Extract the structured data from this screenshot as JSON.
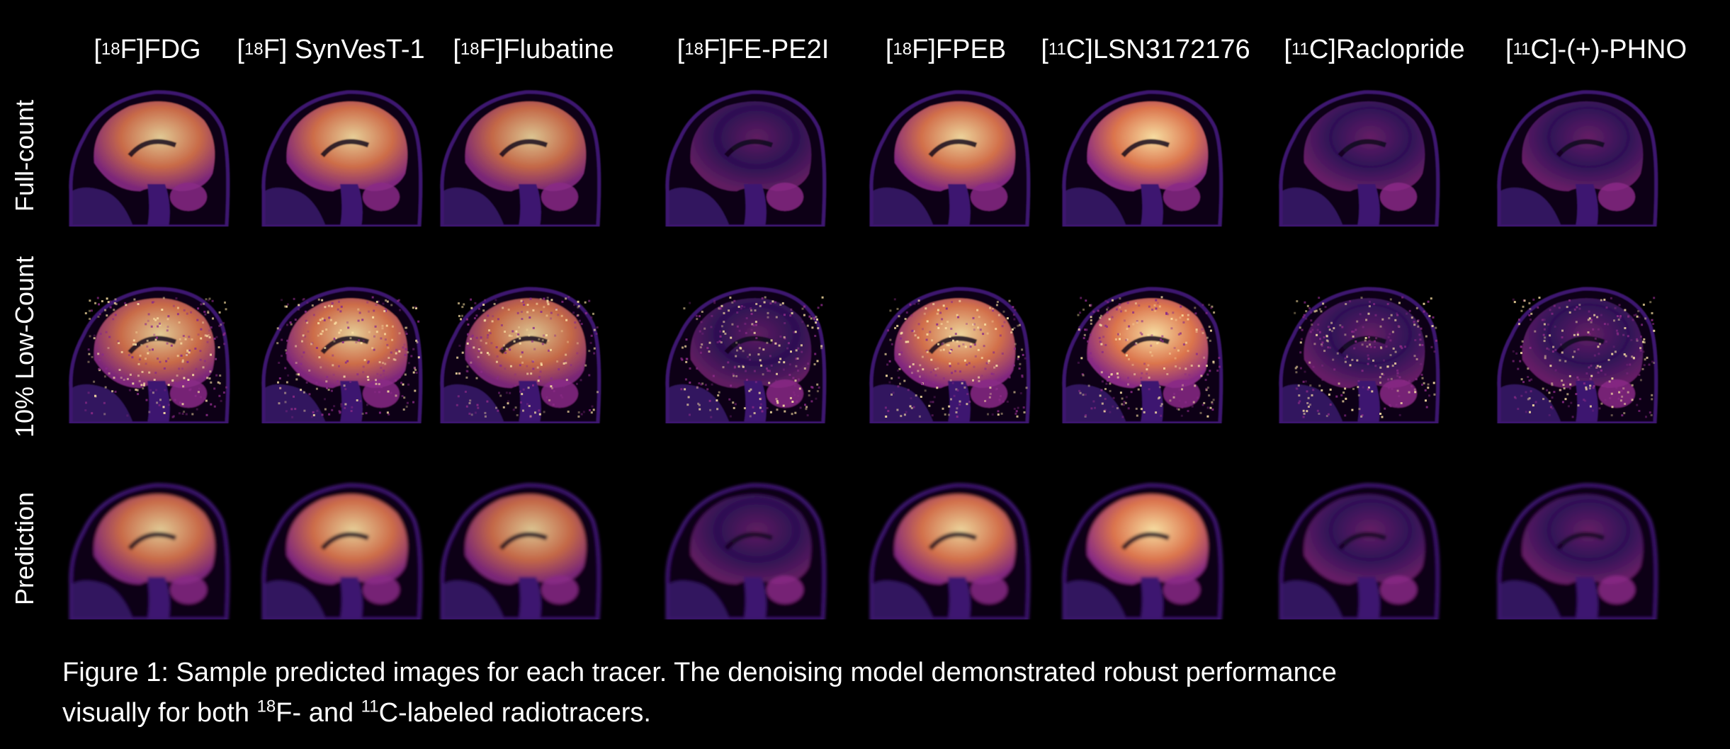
{
  "figure": {
    "tracers": [
      {
        "iso_mass": "18",
        "iso_elem": "F",
        "name": "FDG"
      },
      {
        "iso_mass": "18",
        "iso_elem": "F",
        "name": " SynVesT-1"
      },
      {
        "iso_mass": "18",
        "iso_elem": "F",
        "name": "Flubatine"
      },
      {
        "iso_mass": "18",
        "iso_elem": "F",
        "name": "FE-PE2I"
      },
      {
        "iso_mass": "18",
        "iso_elem": "F",
        "name": "FPEB"
      },
      {
        "iso_mass": "11",
        "iso_elem": "C",
        "name": "LSN3172176"
      },
      {
        "iso_mass": "11",
        "iso_elem": "C",
        "name": "Raclopride"
      },
      {
        "iso_mass": "11",
        "iso_elem": "C",
        "name": "-(+)-PHNO"
      }
    ],
    "rows": [
      {
        "label": "Full-count"
      },
      {
        "label": "10% Low-Count"
      },
      {
        "label": "Prediction"
      }
    ],
    "caption": {
      "line1": "Figure 1: Sample predicted images for each tracer. The denoising model demonstrated robust performance",
      "line2_pre": "visually for both ",
      "sup1": "18",
      "mid1": "F- and ",
      "sup2": "11",
      "line2_post": "C-labeled radiotracers."
    },
    "colormap": {
      "dark": "#0b0418",
      "purple": "#3d1670",
      "magenta": "#8a2a86",
      "orange": "#e0774e",
      "bright": "#fce2a4"
    }
  }
}
